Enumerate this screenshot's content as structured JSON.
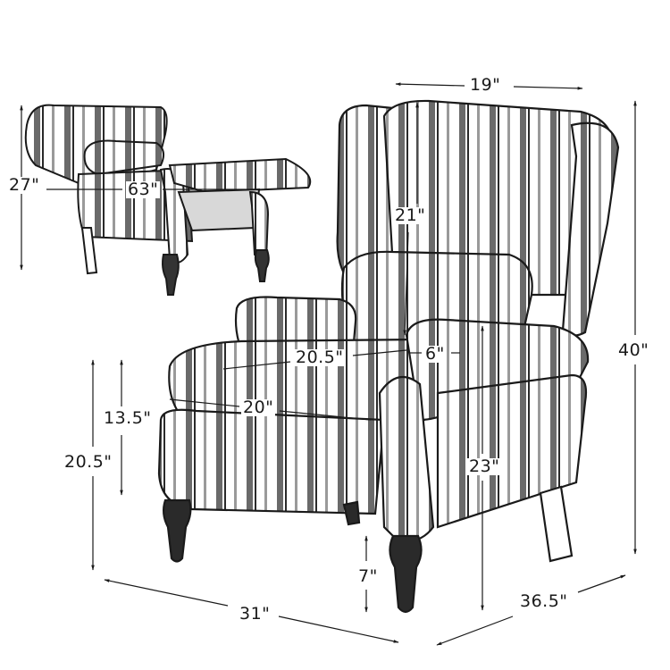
{
  "diagram": {
    "subject": "Striped wingback push-back recliner chair",
    "style": "black-and-white line drawing with dimension callouts",
    "line_color": "#1a1a1a",
    "background": "#ffffff"
  },
  "inset_view": {
    "label": "Reclined position",
    "dimensions": {
      "reclined_height": "27\"",
      "reclined_length": "63\""
    }
  },
  "main_view": {
    "label": "Upright position",
    "dimensions": {
      "back_width": "19\"",
      "back_height": "21\"",
      "overall_height": "40\"",
      "seat_depth": "20.5\"",
      "arm_width": "6\"",
      "seat_width": "20\"",
      "arm_height": "13.5\"",
      "seat_height": "20.5\"",
      "arm_to_floor": "23\"",
      "leg_height": "7\"",
      "overall_width": "31\"",
      "overall_depth": "36.5\""
    }
  }
}
